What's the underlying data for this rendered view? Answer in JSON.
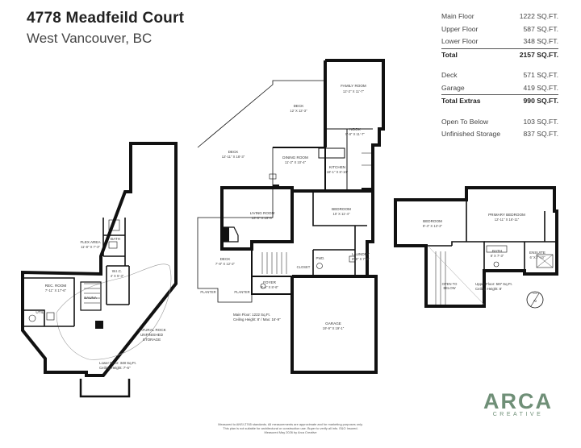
{
  "header": {
    "address": "4778 Meadfeild Court",
    "city": "West Vancouver, BC"
  },
  "areas": {
    "main_label": "Main Floor",
    "main_value": "1222 SQ.FT.",
    "upper_label": "Upper Floor",
    "upper_value": "587 SQ.FT.",
    "lower_label": "Lower Floor",
    "lower_value": "348 SQ.FT.",
    "total_label": "Total",
    "total_value": "2157 SQ.FT.",
    "deck_label": "Deck",
    "deck_value": "571 SQ.FT.",
    "garage_label": "Garage",
    "garage_value": "419 SQ.FT.",
    "extras_label": "Total Extras",
    "extras_value": "990 SQ.FT.",
    "otb_label": "Open To Below",
    "otb_value": "103 SQ.FT.",
    "unf_label": "Unfinished Storage",
    "unf_value": "837 SQ.FT."
  },
  "rooms": {
    "family_room": "FAMILY ROOM",
    "family_room_dim": "12'-2\" X 11'-7\"",
    "deck_top": "DECK",
    "deck_top_dim": "12' X 12'-3\"",
    "nook": "NOOK",
    "nook_dim": "5'-8\" X 11'-7\"",
    "deck_mid": "DECK",
    "deck_mid_dim": "12'-11\" X 18'-3\"",
    "dining": "DINING ROOM",
    "dining_dim": "11'-2\" X 10'-4\"",
    "kitchen": "KITCHEN",
    "kitchen_dim": "18'-1\" X 8'-10\"",
    "living": "LIVING ROOM",
    "living_dim": "13'-6\" X 15'-6\"",
    "bedroom_main": "BEDROOM",
    "bedroom_main_dim": "10' X 11'-4\"",
    "closet": "CLOSET",
    "deck_low": "DECK",
    "deck_low_dim": "7'-8\" X 12'-2\"",
    "laundry": "LAUNDRY",
    "laundry_dim": "8'-8\" X 7'-6\"",
    "pwd": "PWD.",
    "foyer": "FOYER",
    "foyer_dim": "6'-4\" X 8'-6\"",
    "planter": "PLANTER",
    "garage": "GARAGE",
    "garage_dim": "19'-9\" X 19'-1\"",
    "flex": "FLEX AREA",
    "flex_dim": "11'-8\" X 7'-3\"",
    "bath": "BATH",
    "wic": "W.I.C.",
    "wic_dim": "4' X 5'-3\"",
    "rec": "REC. ROOM",
    "rec_dim": "7'-11\" X 17'-6\"",
    "util": "UTIL.",
    "sauna": "SAUNA",
    "rock1": "NATURAL ROCK",
    "rock2": "UNFINISHED",
    "rock3": "STORAGE",
    "bedroom_up": "BEDROOM",
    "bedroom_up_dim": "9'-4\" X 13'-2\"",
    "primary": "PRIMARY BEDROOM",
    "primary_dim": "12'-11\" X 16'-11\"",
    "bath_up": "BATH",
    "bath_up_dim": "8' X 7'-3\"",
    "ensuite": "ENSUITE",
    "ensuite_dim": "6' X 7'-10\"",
    "otb1": "OPEN TO",
    "otb2": "BELOW"
  },
  "notes": {
    "main1": "Main Floor: 1222 Sq.Ft.",
    "main2": "Ceiling Height: 8' / Max: 16'-9\"",
    "lower1": "Lower Floor: 348 Sq.Ft.",
    "lower2": "Ceiling Height: 7'-6\"",
    "upper1": "Upper Floor: 587 Sq.Ft.",
    "upper2": "Ceiling Height: 8'",
    "compass": "N"
  },
  "footer": {
    "l1": "Measured to ANSI Z765 standards. All measurements are approximate and for marketing purposes only.",
    "l2": "This plan is not suitable for architectural or construction use. Buyer to verify all info. E&O Insured.",
    "l3": "Measured May 2026 by Arca Creative"
  },
  "logo": {
    "name": "ARCA",
    "tag": "CREATIVE"
  }
}
